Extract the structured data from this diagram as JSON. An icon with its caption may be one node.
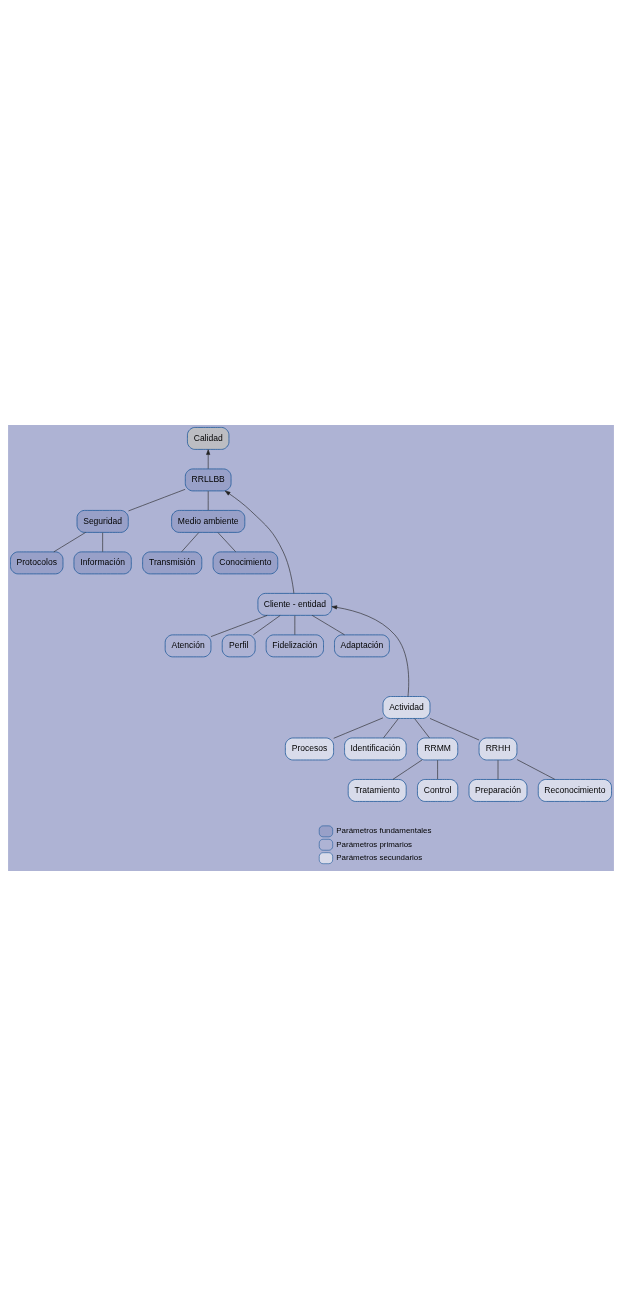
{
  "diagram": {
    "nodes": [
      {
        "text": [
          "Calidad"
        ]
      },
      {
        "text": [
          "RRLLBB"
        ]
      },
      {
        "text": [
          "Seguridad"
        ]
      },
      {
        "text": [
          "Medio ambiente"
        ]
      },
      {
        "text": [
          "Protocolos"
        ]
      },
      {
        "text": [
          "Información"
        ]
      },
      {
        "text": [
          "Transmisión"
        ]
      },
      {
        "text": [
          "Conocimiento"
        ]
      },
      {
        "text": [
          "Cliente - entidad"
        ]
      },
      {
        "text": [
          "Atención"
        ]
      },
      {
        "text": [
          "Perfil"
        ]
      },
      {
        "text": [
          "Fidelización"
        ]
      },
      {
        "text": [
          "Adaptación"
        ]
      },
      {
        "text": [
          "Actividad"
        ]
      },
      {
        "text": [
          "Procesos"
        ]
      },
      {
        "text": [
          "Identificación"
        ]
      },
      {
        "text": [
          "RRMM"
        ]
      },
      {
        "text": [
          "RRHH"
        ]
      },
      {
        "text": [
          "Tratamiento"
        ]
      },
      {
        "text": [
          "Control"
        ]
      },
      {
        "text": [
          "Preparación"
        ]
      },
      {
        "text": [
          "Reconocimiento"
        ]
      }
    ],
    "edges": [
      {
        "from": 1,
        "to": 0,
        "arrow": "to"
      },
      {
        "from": 2,
        "to": 1,
        "arrow": "none"
      },
      {
        "from": 3,
        "to": 1,
        "arrow": "none"
      },
      {
        "from": 4,
        "to": 2,
        "arrow": "none"
      },
      {
        "from": 5,
        "to": 2,
        "arrow": "none"
      },
      {
        "from": 6,
        "to": 3,
        "arrow": "none"
      },
      {
        "from": 7,
        "to": 3,
        "arrow": "none"
      },
      {
        "from": 8,
        "to": 1,
        "arrow": "to"
      },
      {
        "from": 9,
        "to": 8,
        "arrow": "none"
      },
      {
        "from": 10,
        "to": 8,
        "arrow": "none"
      },
      {
        "from": 11,
        "to": 8,
        "arrow": "none"
      },
      {
        "from": 12,
        "to": 8,
        "arrow": "none"
      },
      {
        "from": 13,
        "to": 8,
        "arrow": "to"
      },
      {
        "from": 14,
        "to": 13,
        "arrow": "none"
      },
      {
        "from": 15,
        "to": 13,
        "arrow": "none"
      },
      {
        "from": 16,
        "to": 13,
        "arrow": "none"
      },
      {
        "from": 17,
        "to": 13,
        "arrow": "none"
      },
      {
        "from": 18,
        "to": 16,
        "arrow": "none"
      },
      {
        "from": 19,
        "to": 16,
        "arrow": "none"
      },
      {
        "from": 20,
        "to": 17,
        "arrow": "none"
      },
      {
        "from": 21,
        "to": 17,
        "arrow": "none"
      }
    ],
    "legend": [
      {
        "text": "Parámetros fundamentales",
        "color": "#98a0c8"
      },
      {
        "text": "Parámetros primarios",
        "color": "#aeb3d4"
      },
      {
        "text": "Parámetros secundarios",
        "color": "#d8dbea"
      }
    ]
  }
}
